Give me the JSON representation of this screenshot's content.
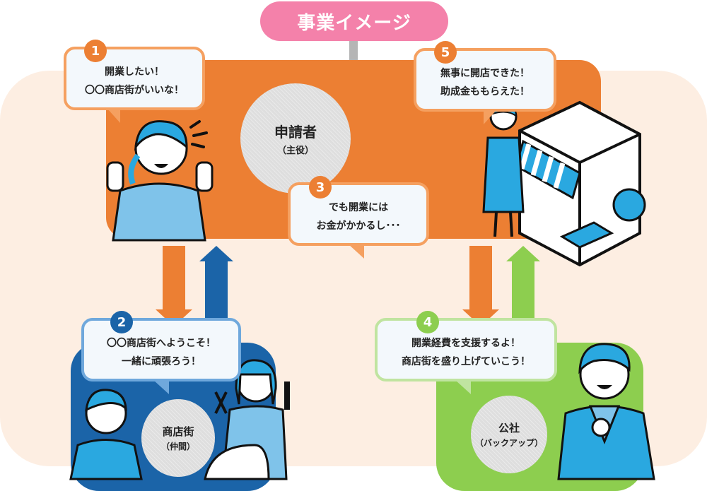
{
  "title": "事業イメージ",
  "colors": {
    "orange": "#ec7f33",
    "blue": "#1b64a8",
    "green": "#8dce4f",
    "pink": "#f481aa",
    "peach": "#fdeee2"
  },
  "roles": {
    "applicant": {
      "name": "申請者",
      "sub": "（主役）"
    },
    "shopping_street": {
      "name": "商店街",
      "sub": "（仲間）"
    },
    "corporation": {
      "name": "公社",
      "sub": "（バックアップ）"
    }
  },
  "bubbles": [
    {
      "number": "1",
      "lines": [
        "開業したい！",
        "〇〇商店街がいいな！"
      ]
    },
    {
      "number": "2",
      "lines": [
        "〇〇商店街へようこそ！",
        "一緒に頑張ろう！"
      ]
    },
    {
      "number": "3",
      "lines": [
        "でも開業には",
        "お金がかかるし･･･"
      ]
    },
    {
      "number": "4",
      "lines": [
        "開業経費を支援するよ！",
        "商店街を盛り上げていこう！"
      ]
    },
    {
      "number": "5",
      "lines": [
        "無事に開店できた！",
        "助成金ももらえた！"
      ]
    }
  ]
}
